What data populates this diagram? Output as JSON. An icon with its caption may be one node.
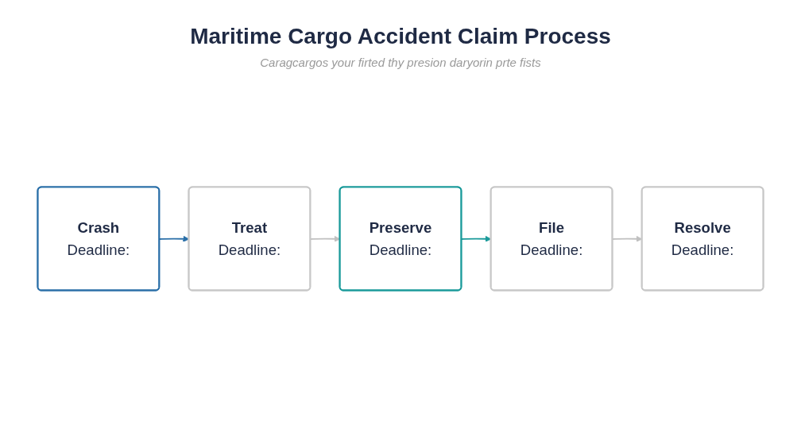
{
  "diagram": {
    "title": "Maritime Cargo Accident Claim Process",
    "nodes": [
      {
        "text": [
          "Crash",
          "Deadline:"
        ]
      },
      {
        "text": [
          "Treat",
          "Deadline:"
        ]
      },
      {
        "text": [
          "Preserve",
          "Deadline:"
        ]
      },
      {
        "text": [
          "File",
          "Deadline:"
        ]
      },
      {
        "text": [
          "Resolve",
          "Deadline:"
        ]
      }
    ],
    "edges": [
      {
        "from": 0,
        "to": 1,
        "arrow": "to",
        "color": "#2a6fa8"
      },
      {
        "from": 1,
        "to": 2,
        "arrow": "to"
      },
      {
        "from": 2,
        "to": 3,
        "arrow": "to",
        "color": "#1a9a9a"
      },
      {
        "from": 3,
        "to": 4,
        "arrow": "to"
      }
    ],
    "labels": [
      "Caragcargos your firted thy presion daryorin prte fists"
    ]
  }
}
